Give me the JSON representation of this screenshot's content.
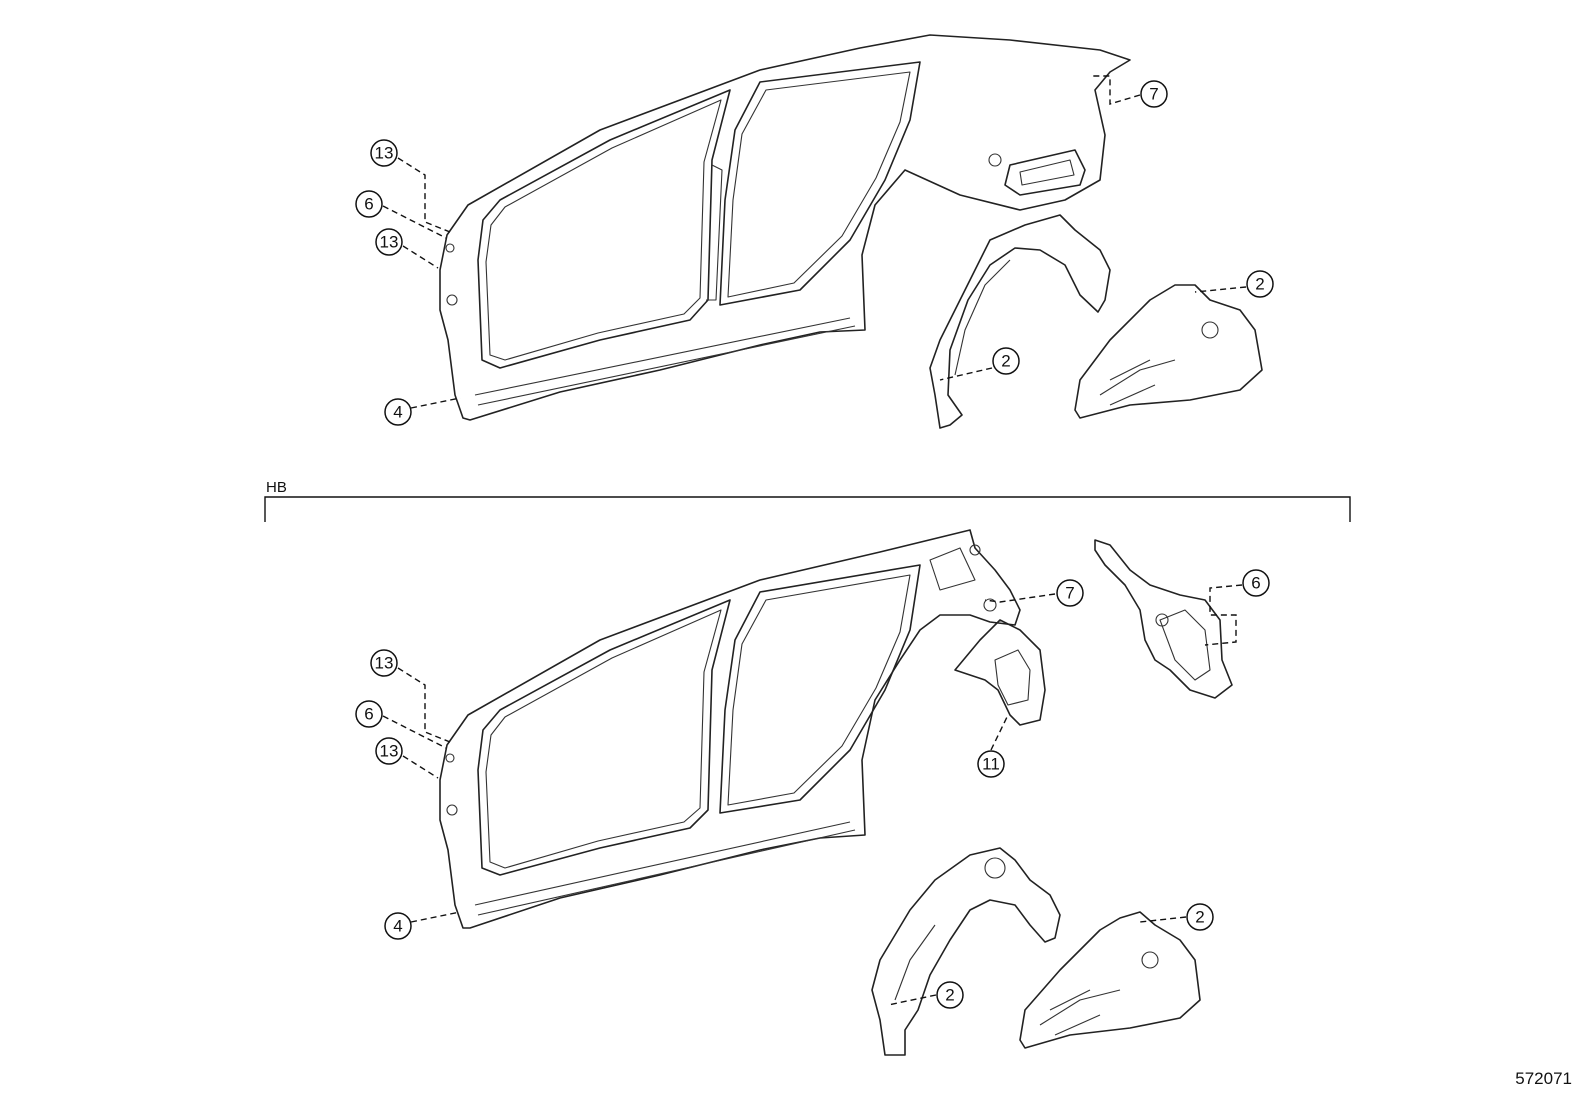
{
  "diagram": {
    "reference_code": "572071",
    "variant_label": "HB",
    "callouts": {
      "upper": {
        "c13a": "13",
        "c6": "6",
        "c13b": "13",
        "c4": "4",
        "c7": "7",
        "c2_inner": "2",
        "c2_outer": "2"
      },
      "lower": {
        "c13a": "13",
        "c6": "6",
        "c13b": "13",
        "c4": "4",
        "c7": "7",
        "c11": "11",
        "c6_right": "6",
        "c2_inner": "2",
        "c2_outer": "2"
      }
    }
  }
}
